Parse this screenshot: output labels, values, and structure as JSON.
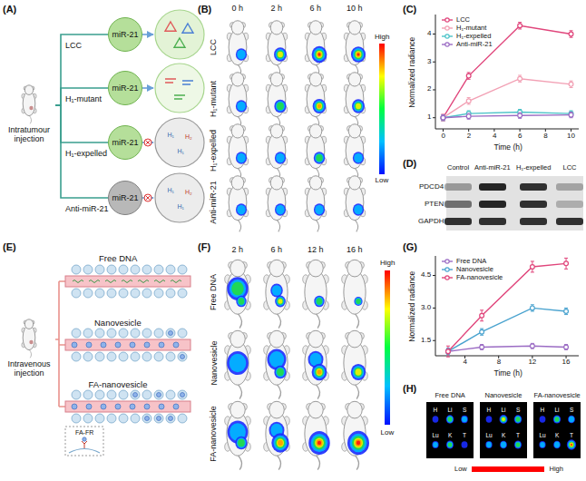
{
  "diagram": {
    "nodes": [
      {
        "text": [
          "Intratumour injection"
        ]
      },
      {
        "text": [
          "miR-21"
        ]
      },
      {
        "text": [
          "miR-21"
        ]
      },
      {
        "text": [
          "miR-21"
        ]
      },
      {
        "text": [
          "miR-21"
        ]
      },
      {
        "text": [
          "Intravenous injection"
        ]
      }
    ],
    "edges": [
      {
        "from": 0,
        "to": 1,
        "label": "LCC",
        "arrow": "none"
      },
      {
        "from": 0,
        "to": 2,
        "label": "H₁-mutant",
        "arrow": "none"
      },
      {
        "from": 0,
        "to": 3,
        "label": "H₁-expelled",
        "arrow": "none"
      },
      {
        "from": 0,
        "to": 4,
        "label": "Anti-miR-21",
        "arrow": "none"
      }
    ],
    "labels": [
      "(A)",
      "(B)",
      "0 h",
      "2 h",
      "6 h",
      "10 h",
      "LCC",
      "H₁-mutant",
      "H₁-expelled",
      "Anti-miR-21",
      "High",
      "Low",
      "(C)",
      "Normalized radiance",
      "Time (h)",
      "0",
      "2",
      "4",
      "6",
      "8",
      "10",
      "1",
      "2",
      "3",
      "4",
      "(D)",
      "Control",
      "Anti-miR-21",
      "H₁-expelled",
      "LCC",
      "PDCD4",
      "PTEN",
      "GAPDH",
      "(E)",
      "Free DNA",
      "Nanovesicle",
      "FA-nanovesicle",
      "FA-FR",
      "(F)",
      "2 h",
      "6 h",
      "12 h",
      "16 h",
      "Free DNA",
      "Nanovesicle",
      "FA-nanovesicle",
      "High",
      "Low",
      "(G)",
      "Normalized radiance",
      "Time (h)",
      "4",
      "8",
      "12",
      "16",
      "1.5",
      "3.0",
      "4.5",
      "(H)",
      "Free DNA",
      "Nanovesicle",
      "FA-nanovesicle",
      "H",
      "Li",
      "S",
      "Lu",
      "K",
      "T",
      "H",
      "Li",
      "S",
      "Lu",
      "K",
      "T",
      "H",
      "Li",
      "S",
      "Lu",
      "K",
      "T",
      "Low",
      "High",
      "H₁",
      "H₂",
      "H₁",
      "H₁",
      "H₂",
      "H₁"
    ],
    "legend": [
      {
        "text": "LCC"
      },
      {
        "text": "H₁-mutant"
      },
      {
        "text": "H₁-expelled"
      },
      {
        "text": "Anti-miR-21"
      },
      {
        "text": "Free DNA"
      },
      {
        "text": "Nanovesicle"
      },
      {
        "text": "FA-nanovesicle"
      }
    ]
  }
}
